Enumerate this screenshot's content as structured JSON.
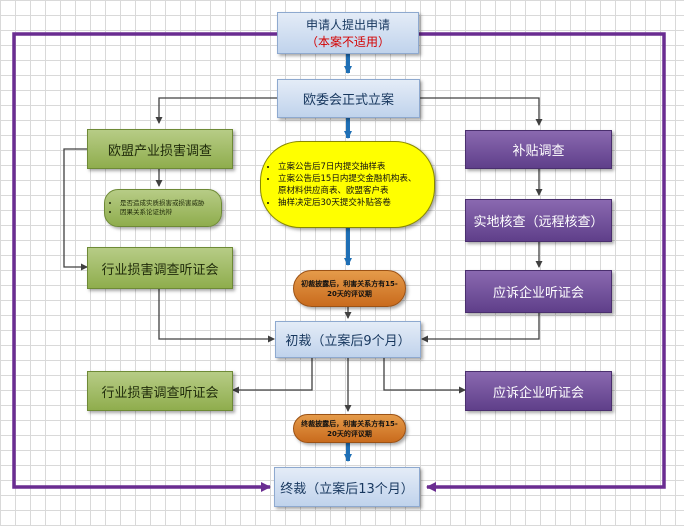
{
  "nodes": {
    "applicant": {
      "line1": "申请人提出申请",
      "line2": "（本案不适用）"
    },
    "initiation": "欧委会正式立案",
    "eu_industry_injury": "欧盟产业损害调查",
    "injury_criteria": [
      "是否造成实质损害或损害威胁",
      "因果关系论证抗辩"
    ],
    "injury_hearing_top": "行业损害调查听证会",
    "deadlines": [
      "立案公告后7日内提交抽样表",
      "立案公告后15日内提交金融机构表、原材料供应商表、欧盟客户表",
      "抽样决定后30天提交补贴答卷"
    ],
    "subsidy_investigation": "补贴调查",
    "onsite_verification": "实地核查（远程核查）",
    "respondent_hearing_top": "应诉企业听证会",
    "provisional_disclosure": "初裁披露后，利害关系方有15-20天的评议期",
    "provisional_ruling": "初裁（立案后9个月）",
    "injury_hearing_bottom": "行业损害调查听证会",
    "respondent_hearing_bottom": "应诉企业听证会",
    "final_disclosure": "终裁披露后，利害关系方有15-20天的评议期",
    "final_ruling": "终裁（立案后13个月）"
  },
  "colors": {
    "blue_arrow": "#1f6fb5",
    "purple_line": "#6a2d91",
    "connector": "#404040"
  }
}
